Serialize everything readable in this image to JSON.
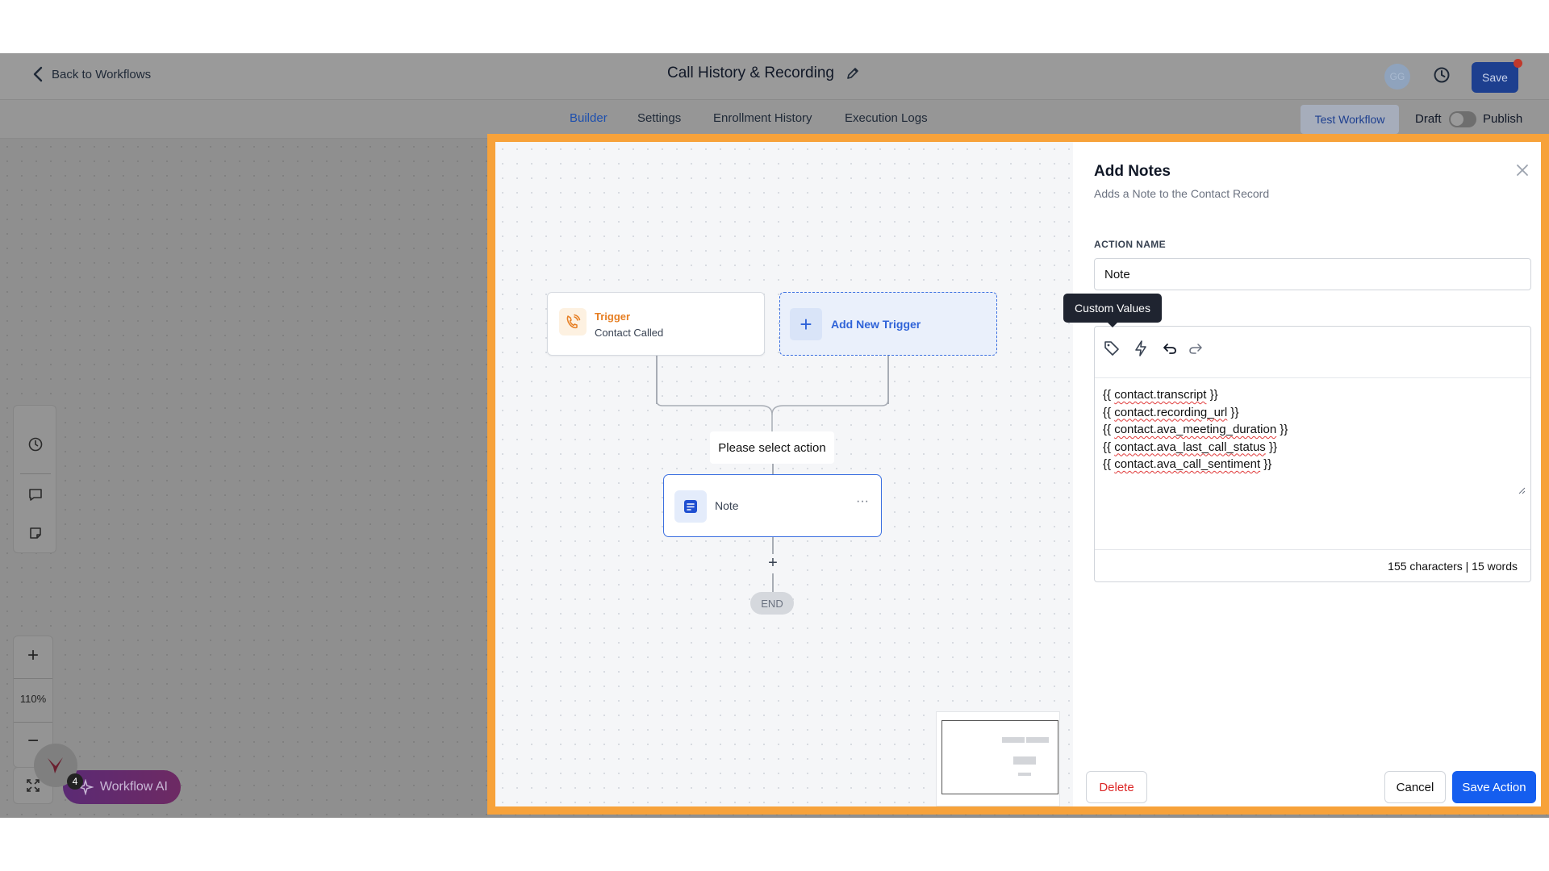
{
  "header": {
    "back_label": "Back to Workflows",
    "workflow_title": "Call History & Recording",
    "avatar_initials": "GG",
    "save_label": "Save"
  },
  "tabs": [
    {
      "label": "Builder",
      "active": true
    },
    {
      "label": "Settings",
      "active": false
    },
    {
      "label": "Enrollment History",
      "active": false
    },
    {
      "label": "Execution Logs",
      "active": false
    }
  ],
  "toolbar_right": {
    "test_workflow_label": "Test Workflow",
    "draft_label": "Draft",
    "publish_label": "Publish",
    "published": false
  },
  "zoom": {
    "zoom_in_label": "+",
    "level": "110%",
    "zoom_out_label": "−"
  },
  "workflow_ai": {
    "label": "Workflow AI",
    "badge_count": "4"
  },
  "flow": {
    "trigger_title": "Trigger",
    "trigger_subtitle": "Contact Called",
    "add_trigger_label": "Add New Trigger",
    "select_action_label": "Please select action",
    "action_node_label": "Note",
    "action_menu_label": "···",
    "add_step_label": "+",
    "end_label": "END"
  },
  "panel": {
    "title": "Add Notes",
    "subtitle": "Adds a Note to the Contact Record",
    "action_name_label": "ACTION NAME",
    "action_name_value": "Note",
    "tooltip": "Custom Values",
    "note_lines": [
      {
        "prefix": "{{ ",
        "token": "contact.transcript",
        "suffix": " }}"
      },
      {
        "prefix": "{{ ",
        "token": "contact.recording_url",
        "suffix": " }}"
      },
      {
        "prefix": "{{ ",
        "token": "contact.ava_meeting_duration",
        "suffix": " }}"
      },
      {
        "prefix": "{{ ",
        "token": "contact.ava_last_call_status",
        "suffix": " }}"
      },
      {
        "prefix": "{{ ",
        "token": "contact.ava_call_sentiment",
        "suffix": " }}"
      }
    ],
    "char_count": "155 characters | 15 words",
    "delete_label": "Delete",
    "cancel_label": "Cancel",
    "save_action_label": "Save Action"
  },
  "colors": {
    "highlight": "#f7a23a",
    "primary": "#155eef",
    "danger": "#dc2626",
    "trigger_accent": "#e67e22"
  }
}
